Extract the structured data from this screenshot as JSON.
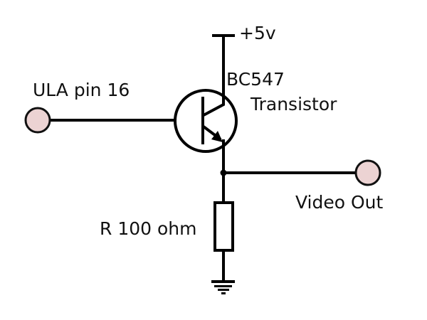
{
  "diagram": {
    "title": "Transistor video output circuit",
    "labels": {
      "supply": "+5v",
      "transistor_part": "BC547",
      "transistor_type": "Transistor",
      "input": "ULA pin 16",
      "output": "Video Out",
      "resistor": "R 100 ohm"
    },
    "colors": {
      "terminal_fill": "#ecd3d3",
      "line": "#000000"
    },
    "icons": {
      "transistor": "npn-transistor-icon",
      "resistor": "resistor-icon",
      "ground": "ground-icon",
      "terminal": "terminal-icon"
    }
  }
}
